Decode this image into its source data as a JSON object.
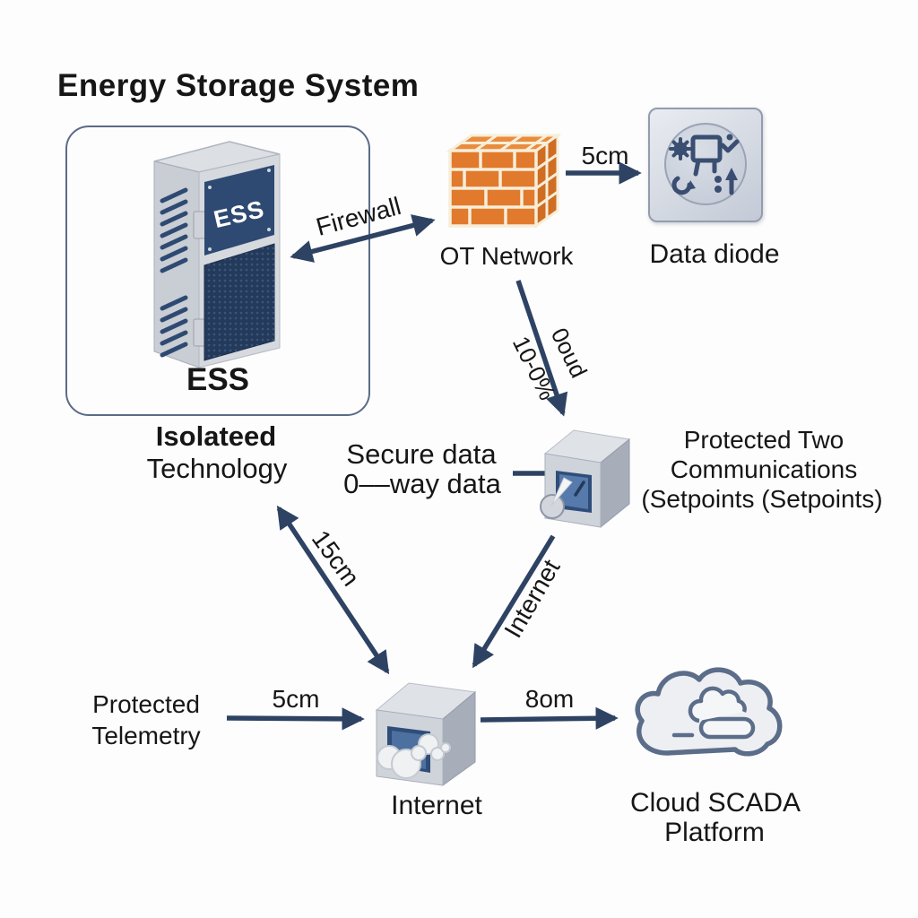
{
  "title": "Energy Storage System",
  "colors": {
    "arrow": "#2e4263",
    "frame": "#5b6b85",
    "icon-navy": "#3a4e72",
    "brick": "#e17a2c",
    "panel-navy": "#2e4a72",
    "recess-blue": "#4c70a0",
    "cloud-stroke": "#5b6d89"
  },
  "nodes": {
    "ess": {
      "icon": "ess-server-cabinet",
      "panel_label": "ESS",
      "label": "ESS"
    },
    "isolated_group": {
      "line1": "Isolateed",
      "line2": "Technology"
    },
    "ot_network": {
      "icon": "firewall-brick-wall",
      "label": "OT Network"
    },
    "data_diode": {
      "icon": "data-diode-module",
      "label": "Data diode"
    },
    "one_way_gateway": {
      "icon": "secure-gateway-cube",
      "line1": "Secure data",
      "line2": "0––way data"
    },
    "setpoints": {
      "line1": "Protected Two",
      "line2": "Communications",
      "line3": "(Setpoints (Setpoints)"
    },
    "telemetry": {
      "line1": "Protected",
      "line2": "Telemetry"
    },
    "internet": {
      "icon": "internet-cube",
      "label": "Internet"
    },
    "cloud": {
      "icon": "cloud-scada",
      "line1": "Cloud SCADA",
      "line2": "Platform"
    }
  },
  "edges": {
    "ess_ot": {
      "label": "Firewall"
    },
    "ot_diode": {
      "label": "5cm"
    },
    "ot_gateway_a": {
      "label": "0oud"
    },
    "ot_gateway_b": {
      "label": "10-0%"
    },
    "iso_internet": {
      "label": "15cm"
    },
    "gateway_internet": {
      "label": "Internet"
    },
    "telemetry_internet": {
      "label": "5cm"
    },
    "internet_cloud": {
      "label": "8om"
    }
  }
}
